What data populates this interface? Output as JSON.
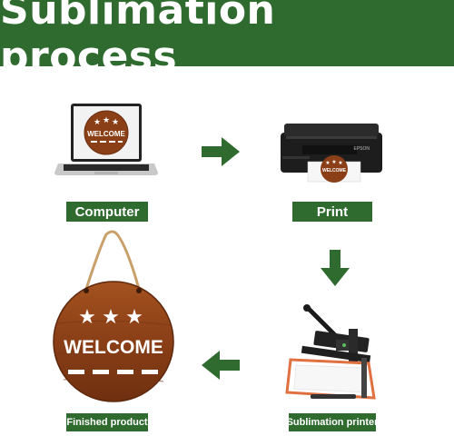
{
  "title": "Sublimation process",
  "steps": {
    "computer": "Computer",
    "print": "Print",
    "finished_product": "Finished product",
    "sublimation_printer": "Sublimation printer"
  },
  "sign": {
    "text": "WELCOME"
  },
  "printer_brand": "EPSON",
  "colors": {
    "brand_green": "#2f6b2f",
    "wood_brown": "#8a3f17"
  },
  "icons": [
    "laptop-icon",
    "printer-icon",
    "heat-press-icon",
    "arrow-right-icon",
    "arrow-down-icon",
    "arrow-left-icon"
  ]
}
